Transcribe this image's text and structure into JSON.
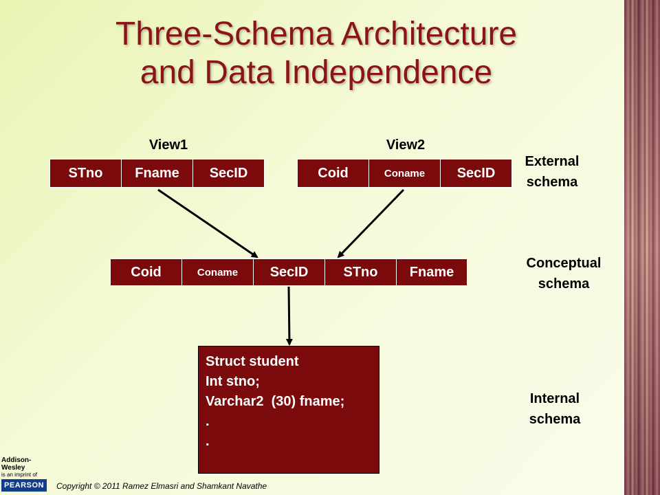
{
  "slide": {
    "title_lines": [
      "Three-Schema Architecture",
      "and Data Independence"
    ]
  },
  "views": {
    "view1": {
      "label": "View1",
      "columns": [
        "STno",
        "Fname",
        "SecID"
      ]
    },
    "view2": {
      "label": "View2",
      "columns": [
        "Coid",
        "Coname",
        "SecID"
      ]
    }
  },
  "conceptual": {
    "columns": [
      "Coid",
      "Coname",
      "SecID",
      "STno",
      "Fname"
    ]
  },
  "internal": {
    "code_lines": [
      "Struct student",
      "Int stno;",
      "Varchar2  (30) fname;",
      ".",
      "."
    ]
  },
  "schema_labels": {
    "external": [
      "External",
      "schema"
    ],
    "conceptual": [
      "Conceptual",
      "schema"
    ],
    "internal": [
      "Internal",
      "schema"
    ]
  },
  "footer": {
    "copyright": "Copyright © 2011 Ramez Elmasri and Shamkant Navathe",
    "logo_line1": "Addison-Wesley",
    "logo_line2": "is an imprint of",
    "logo_brand": "PEARSON"
  },
  "colors": {
    "title": "#8a1418",
    "box_fill": "#7a0a0c",
    "arrow": "#000000"
  }
}
